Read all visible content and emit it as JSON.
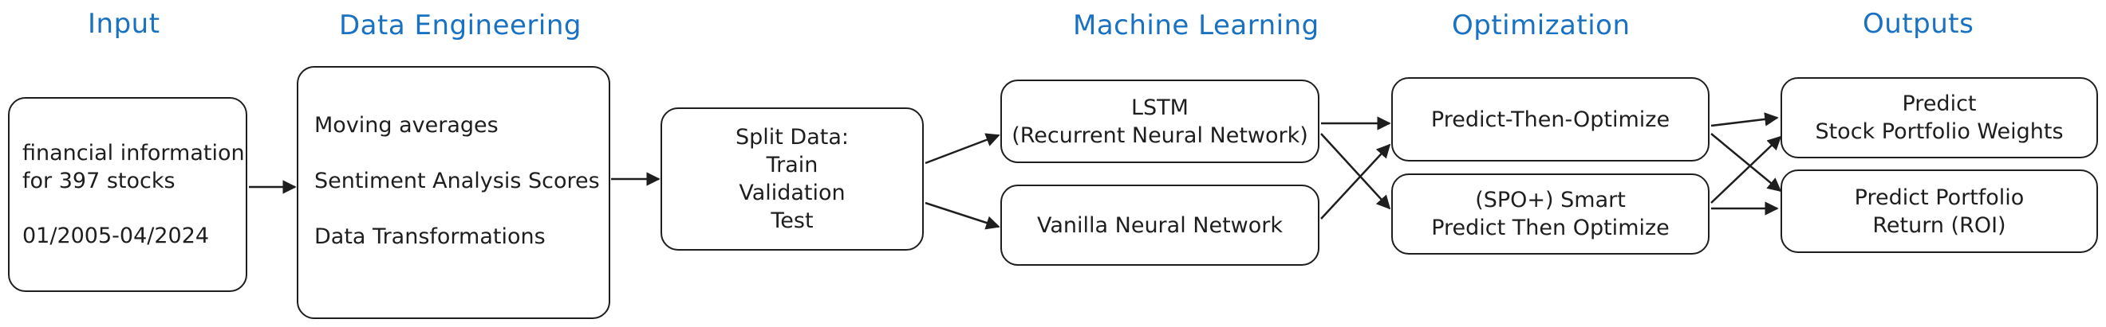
{
  "headers": {
    "input": "Input",
    "data_engineering": "Data Engineering",
    "machine_learning": "Machine Learning",
    "optimization": "Optimization",
    "outputs": "Outputs"
  },
  "nodes": {
    "input_box": {
      "line1": "financial information",
      "line2": "for 397 stocks",
      "line3": "01/2005-04/2024"
    },
    "data_engineering_box": {
      "item1": "Moving averages",
      "item2": "Sentiment Analysis Scores",
      "item3": "Data Transformations"
    },
    "split_box": {
      "line1": "Split Data:",
      "line2": "Train",
      "line3": "Validation",
      "line4": "Test"
    },
    "lstm_box": {
      "line1": "LSTM",
      "line2": "(Recurrent Neural Network)"
    },
    "vanilla_box": {
      "line1": "Vanilla Neural Network"
    },
    "pto_box": {
      "line1": "Predict-Then-Optimize"
    },
    "spo_box": {
      "line1": "(SPO+) Smart",
      "line2": "Predict Then Optimize"
    },
    "weights_box": {
      "line1": "Predict",
      "line2": "Stock Portfolio Weights"
    },
    "roi_box": {
      "line1": "Predict Portfolio",
      "line2": "Return (ROI)"
    }
  },
  "colors": {
    "header": "#1971c2",
    "stroke": "#1e1e1e",
    "background": "#ffffff"
  }
}
